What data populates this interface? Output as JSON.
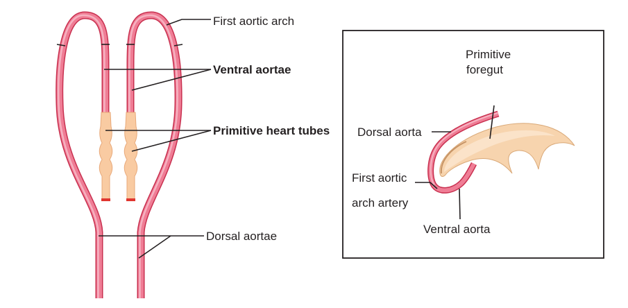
{
  "left_panel": {
    "labels": {
      "first_aortic_arch": "First aortic arch",
      "ventral_aortae": "Ventral aortae",
      "primitive_heart_tubes": "Primitive heart tubes",
      "dorsal_aortae": "Dorsal aortae"
    }
  },
  "right_panel": {
    "labels": {
      "primitive_foregut_line1": "Primitive",
      "primitive_foregut_line2": "foregut",
      "dorsal_aorta": "Dorsal aorta",
      "first_aortic_arch_artery_line1": "First aortic",
      "first_aortic_arch_artery_line2": "arch artery",
      "ventral_aorta": "Ventral aorta"
    }
  },
  "colors": {
    "vessel_pink": "#ef7d95",
    "vessel_outline": "#c8304f",
    "heart_tube_orange": "#f9cba2",
    "foregut_tan": "#f7d4ae",
    "line_dark": "#231f20"
  }
}
